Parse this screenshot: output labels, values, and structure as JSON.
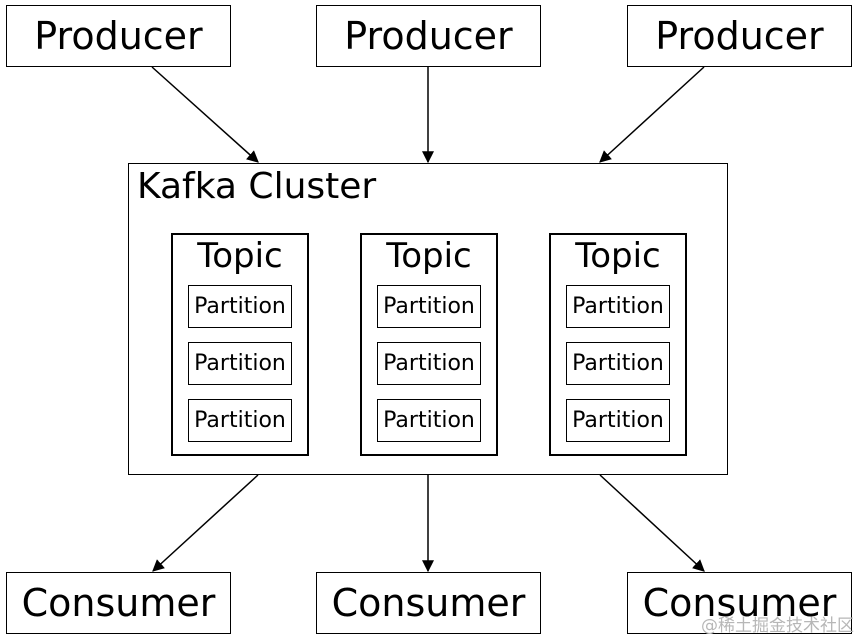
{
  "producers": [
    "Producer",
    "Producer",
    "Producer"
  ],
  "cluster": {
    "title": "Kafka Cluster",
    "topics": [
      {
        "label": "Topic",
        "partitions": [
          "Partition",
          "Partition",
          "Partition"
        ]
      },
      {
        "label": "Topic",
        "partitions": [
          "Partition",
          "Partition",
          "Partition"
        ]
      },
      {
        "label": "Topic",
        "partitions": [
          "Partition",
          "Partition",
          "Partition"
        ]
      }
    ]
  },
  "consumers": [
    "Consumer",
    "Consumer",
    "Consumer"
  ],
  "watermark": "@稀土掘金技术社区"
}
